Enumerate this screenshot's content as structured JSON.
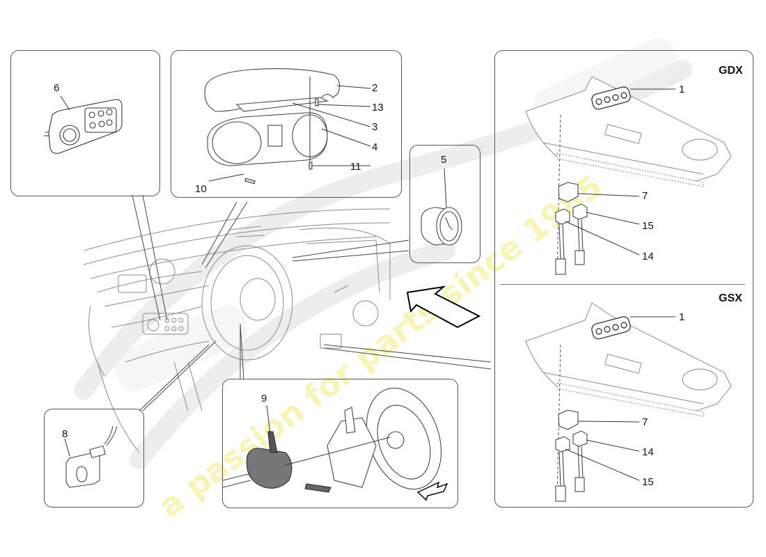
{
  "diagram": {
    "type": "exploded parts diagram",
    "subject": "dashboard switches, instrument cluster and centre console controls"
  },
  "watermark": {
    "tagline": "a passion for parts since 1985",
    "color": "#f0eb78"
  },
  "panels": {
    "light_switch": {
      "callouts": [
        {
          "number": "6"
        }
      ]
    },
    "instrument_cluster": {
      "callouts": [
        {
          "number": "2"
        },
        {
          "number": "13"
        },
        {
          "number": "3"
        },
        {
          "number": "4"
        },
        {
          "number": "11"
        },
        {
          "number": "10"
        }
      ]
    },
    "clock": {
      "callouts": [
        {
          "number": "5"
        }
      ]
    },
    "mirror_switch": {
      "callouts": [
        {
          "number": "8"
        }
      ]
    },
    "steering_column_switch": {
      "callouts": [
        {
          "number": "9"
        }
      ]
    },
    "centre_console_gdx": {
      "variant_label": "GDX",
      "callouts": [
        {
          "number": "1"
        },
        {
          "number": "7"
        },
        {
          "number": "15"
        },
        {
          "number": "14"
        }
      ]
    },
    "centre_console_gsx": {
      "variant_label": "GSX",
      "callouts": [
        {
          "number": "1"
        },
        {
          "number": "7"
        },
        {
          "number": "14"
        },
        {
          "number": "15"
        }
      ]
    }
  },
  "colors": {
    "line": "#555555",
    "drawing": "#888888",
    "text": "#111111"
  }
}
